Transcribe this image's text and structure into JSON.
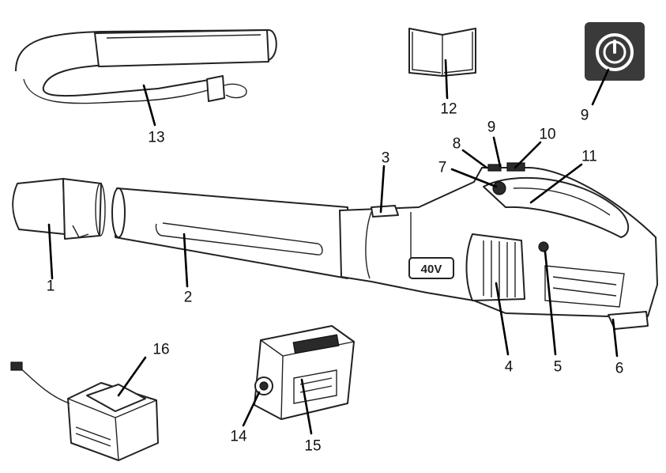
{
  "callouts": [
    {
      "id": "1",
      "label": "1"
    },
    {
      "id": "2",
      "label": "2"
    },
    {
      "id": "3",
      "label": "3"
    },
    {
      "id": "4",
      "label": "4"
    },
    {
      "id": "5",
      "label": "5"
    },
    {
      "id": "6",
      "label": "6"
    },
    {
      "id": "7",
      "label": "7"
    },
    {
      "id": "8",
      "label": "8"
    },
    {
      "id": "9a",
      "label": "9"
    },
    {
      "id": "9b",
      "label": "9"
    },
    {
      "id": "10",
      "label": "10"
    },
    {
      "id": "11",
      "label": "11"
    },
    {
      "id": "12",
      "label": "12"
    },
    {
      "id": "13",
      "label": "13"
    },
    {
      "id": "14",
      "label": "14"
    },
    {
      "id": "15",
      "label": "15"
    },
    {
      "id": "16",
      "label": "16"
    }
  ],
  "battery_badge": "40V",
  "colors": {
    "line": "#222222",
    "power_button_bg": "#3a3a3a",
    "power_symbol": "#ffffff"
  }
}
